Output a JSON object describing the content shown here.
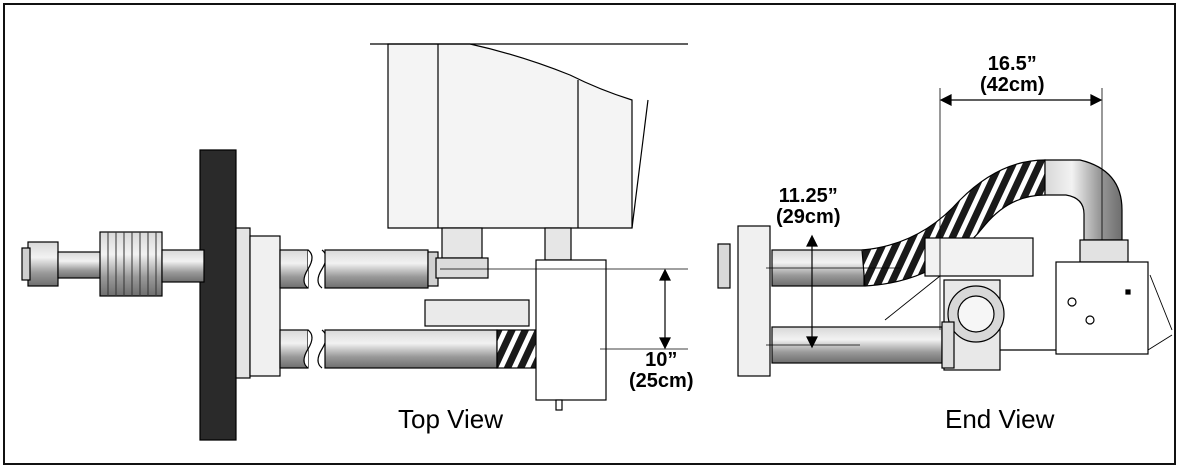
{
  "diagram": {
    "views": {
      "top": "Top View",
      "end": "End View"
    },
    "dimensions": {
      "top_spacing": {
        "imperial": "10”",
        "metric": "(25cm)"
      },
      "end_vertical": {
        "imperial": "11.25”",
        "metric": "(29cm)"
      },
      "end_horizontal": {
        "imperial": "16.5”",
        "metric": "(42cm)"
      }
    },
    "colors": {
      "line": "#000000",
      "pipe_fill": "#a8a8a8",
      "wall_fill": "#2a2a2a",
      "hose_stripe": "#1a1a1a"
    }
  }
}
